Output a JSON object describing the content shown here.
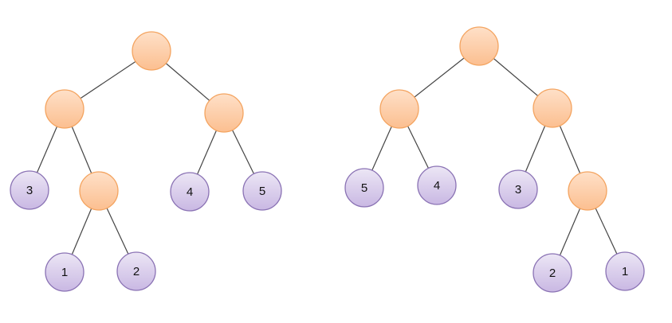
{
  "colors": {
    "internal_fill_top": "#fee0c8",
    "internal_fill_bottom": "#fcbf90",
    "internal_stroke": "#f4a460",
    "leaf_fill_top": "#ece6f5",
    "leaf_fill_bottom": "#c9b8e3",
    "leaf_stroke": "#8a72b4",
    "edge": "#444444"
  },
  "trees": [
    {
      "name": "left-tree",
      "nodes": [
        {
          "id": "a",
          "label": ""
        },
        {
          "id": "b",
          "label": ""
        },
        {
          "id": "c",
          "label": ""
        },
        {
          "id": "d",
          "label": "3"
        },
        {
          "id": "e",
          "label": ""
        },
        {
          "id": "f",
          "label": "4"
        },
        {
          "id": "g",
          "label": "5"
        },
        {
          "id": "h",
          "label": "1"
        },
        {
          "id": "i",
          "label": "2"
        }
      ],
      "edges": [
        [
          "a",
          "b"
        ],
        [
          "a",
          "c"
        ],
        [
          "b",
          "d"
        ],
        [
          "b",
          "e"
        ],
        [
          "c",
          "f"
        ],
        [
          "c",
          "g"
        ],
        [
          "e",
          "h"
        ],
        [
          "e",
          "i"
        ]
      ]
    },
    {
      "name": "right-tree",
      "nodes": [
        {
          "id": "a",
          "label": ""
        },
        {
          "id": "b",
          "label": ""
        },
        {
          "id": "c",
          "label": ""
        },
        {
          "id": "d",
          "label": "5"
        },
        {
          "id": "e",
          "label": "4"
        },
        {
          "id": "f",
          "label": "3"
        },
        {
          "id": "g",
          "label": ""
        },
        {
          "id": "h",
          "label": "2"
        },
        {
          "id": "i",
          "label": "1"
        }
      ],
      "edges": [
        [
          "a",
          "b"
        ],
        [
          "a",
          "c"
        ],
        [
          "b",
          "d"
        ],
        [
          "b",
          "e"
        ],
        [
          "c",
          "f"
        ],
        [
          "c",
          "g"
        ],
        [
          "g",
          "h"
        ],
        [
          "g",
          "i"
        ]
      ]
    }
  ]
}
